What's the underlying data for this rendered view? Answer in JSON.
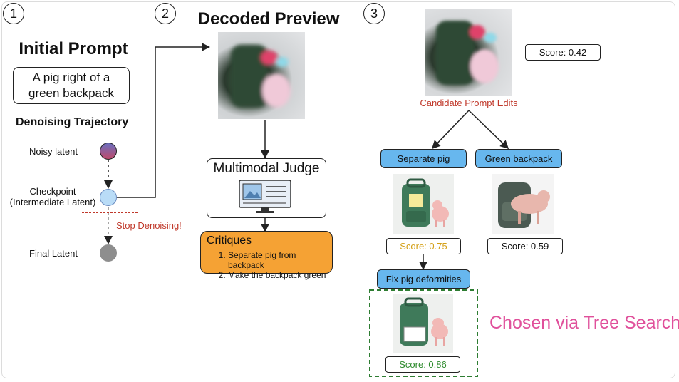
{
  "steps": {
    "step1_number": "1",
    "step2_number": "2",
    "step3_number": "3"
  },
  "panel1": {
    "title": "Initial Prompt",
    "prompt_line1": "A pig right of a",
    "prompt_line2": "green backpack",
    "trajectory_title": "Denoising Trajectory",
    "noisy_label": "Noisy latent",
    "checkpoint_label_line1": "Checkpoint",
    "checkpoint_label_line2": "(Intermediate Latent)",
    "stop_label": "Stop Denoising!",
    "final_label": "Final Latent"
  },
  "panel2": {
    "title": "Decoded Preview",
    "judge_title": "Multimodal Judge",
    "critiques_title": "Critiques",
    "critiques": [
      "Separate pig from backpack",
      "Make the backpack green"
    ]
  },
  "panel3": {
    "top_score": "Score: 0.42",
    "candidate_label": "Candidate Prompt Edits",
    "edit_left": "Separate pig",
    "edit_right": "Green backpack",
    "score_left": "Score: 0.75",
    "score_right": "Score: 0.59",
    "edit_fix": "Fix pig deformities",
    "score_final": "Score: 0.86",
    "chosen_label": "Chosen via Tree Search!"
  },
  "colors": {
    "stop_red": "#c0392b",
    "critique_orange": "#f5a234",
    "pill_blue": "#67b7ee",
    "score_gold": "#d4a017",
    "score_green": "#2e8b2e",
    "chosen_pink": "#e0509b",
    "dashed_green": "#2e7d32"
  }
}
